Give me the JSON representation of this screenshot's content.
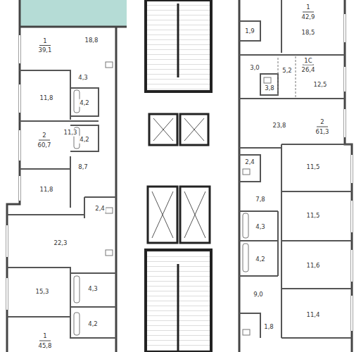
{
  "diagram": {
    "labels": [
      "1",
      "39,1",
      "18,8",
      "4,3",
      "11,8",
      "4,2",
      "4,2",
      "2",
      "60,7",
      "11,3",
      "8,7",
      "11,8",
      "2,4",
      "22,3",
      "15,3",
      "4,3",
      "4,2",
      "1",
      "45,8",
      "1,9",
      "1",
      "42,9",
      "18,5",
      "3,0",
      "3,8",
      "5,2",
      "1С",
      "26,4",
      "12,5",
      "23,8",
      "2",
      "61,3",
      "2,4",
      "7,8",
      "11,5",
      "11,5",
      "4,3",
      "4,2",
      "11,6",
      "9,0",
      "11,4",
      "1,8"
    ]
  }
}
